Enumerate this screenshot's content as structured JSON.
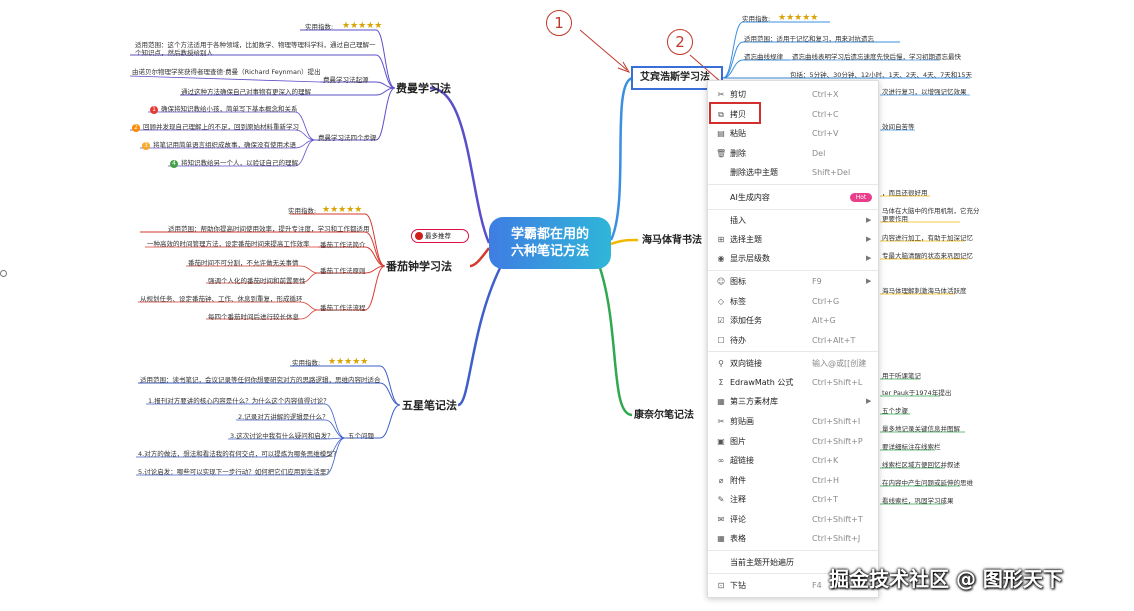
{
  "central": {
    "line1": "学霸都在用的",
    "line2": "六种笔记方法"
  },
  "branches": {
    "feynman": "费曼学习法",
    "pomodoro": "番茄钟学习法",
    "fivestar": "五星笔记法",
    "ebbinghaus": "艾宾浩斯学习法",
    "haima": "海马体背书法",
    "cornell": "康奈尔笔记法"
  },
  "stars": "★★★★★",
  "badge": "最多推荐",
  "feynman": {
    "rating_label": "实用指数:",
    "scope_l1": "适用范围：这个方法适用于各种领域，比如数学、物理等理科学科，通过自己理解一",
    "scope_l2": "个知识点，然后教授给别人",
    "origin": "由诺贝尔物理学奖获得者理查德·费曼（Richard Feynman）提出",
    "origin_label": "费曼学习法起源",
    "core": "通过这种方法确保自己对事物有更深入的理解",
    "steps_label": "费曼学习法四个步骤",
    "steps": [
      {
        "n": "1",
        "color": "#e53935",
        "text": "确保将知识教给小孩，简单写下基本概念和关系"
      },
      {
        "n": "2",
        "color": "#fb8c00",
        "text": "回顾并发现自己理解上的不足，回到原始材料重新学习"
      },
      {
        "n": "3",
        "color": "#f9a825",
        "text": "将笔记用简单语言组织成故事，确保没有使用术语"
      },
      {
        "n": "4",
        "color": "#43a047",
        "text": "将知识教给另一个人，以验证自己的理解"
      }
    ]
  },
  "pomodoro": {
    "rating_label": "实用指数:",
    "scope": "适用范围：帮助你提高时间使用效率，提升专注度，学习和工作都适用",
    "intro_text": "一种高效的时间管理方法，设定番茄时间来提高工作效率",
    "intro_label": "番茄工作法简介",
    "rule1": "番茄时间不可分割，不允许做无关事情",
    "rule_label": "番茄工作法原则",
    "rule2": "强调个人化的番茄时间和前置要性",
    "flow1": "从规划任务、设定番茄钟、工作、休息到重复，形成循环",
    "flow_label": "番茄工作法流程",
    "flow2": "每四个番茄时间后进行较长休息"
  },
  "fivestar": {
    "rating_label": "实用指数:",
    "scope_l1": "适用范围：读书笔记，会议记录等任何你想要研究对方的思路逻辑，思维内容时适合",
    "q1": "1.报刊对方要讲的核心内容是什么？为什么这个内容值得讨论？",
    "q2": "2.记录对方讲解的逻辑是什么？",
    "q3": "3.这次讨论中我有什么疑问和启发？",
    "q4": "4.对方的做法，想法和看法我的有何交点，可以提炼为哪条思维模型？",
    "q5": "5.讨论启发：哪些可以实现下一步行动？如何把它们应用到生活里？",
    "q_label": "五个问题"
  },
  "ebbinghaus": {
    "rating_label": "实用指数:",
    "scope": "适用范围：适用于记忆和复习，用来对抗遗忘",
    "curve_label": "遗忘曲线规律",
    "curve_text": "遗忘曲线表明学习后遗忘速度先快后慢，学习初期遗忘最快",
    "intervals": "包括：5分钟、30分钟、12小时、1天、2天、4天、7天和15天",
    "cut1": "次进行复习，以增强记忆效果",
    "cut2": "效间自苦等"
  },
  "haima": {
    "cut1": "，而且还很好用",
    "cut2": "马体在大脑中的作用机制，它充分",
    "cut3": "更要作用",
    "cut4": "内容进行加工，有助于加深记忆",
    "cut5": "专最大脑清醒的状态来巩固记忆",
    "cut6": "海马体理解刺激海马体活跃度"
  },
  "cornell": {
    "cut1": "用于听课笔记",
    "cut2": "ter Pauk于1974年提出",
    "cut3": "五个步骤",
    "cut4": "量多地记录关键信息并图解",
    "cut5": "要详细标注在线索栏",
    "cut6": "线索栏区域方便回忆并叙述",
    "cut7": "在内容中产生问题或延伸的思维",
    "cut8": "看线索栏，巩固学习成果"
  },
  "menu": {
    "items": [
      {
        "icon": "✂",
        "label": "剪切",
        "shortcut": "Ctrl+X",
        "icon_name": "cut-icon"
      },
      {
        "icon": "⧉",
        "label": "拷贝",
        "shortcut": "Ctrl+C",
        "icon_name": "copy-icon"
      },
      {
        "icon": "▤",
        "label": "粘贴",
        "shortcut": "Ctrl+V",
        "icon_name": "paste-icon"
      },
      {
        "icon": "🗑",
        "label": "删除",
        "shortcut": "Del",
        "icon_name": "delete-icon"
      },
      {
        "icon": "",
        "label": "删除选中主题",
        "shortcut": "Shift+Del",
        "icon_name": ""
      },
      {
        "icon": "",
        "label": "AI生成内容",
        "shortcut": "",
        "icon_name": "ai-icon",
        "hot": "Hot"
      },
      {
        "icon": "",
        "label": "插入",
        "shortcut": "",
        "arrow": "▶"
      },
      {
        "icon": "⊞",
        "label": "选择主题",
        "shortcut": "",
        "arrow": "▶",
        "icon_name": "select-topic-icon"
      },
      {
        "icon": "◉",
        "label": "显示层级数",
        "shortcut": "",
        "arrow": "▶",
        "icon_name": "level-icon"
      },
      {
        "icon": "☺",
        "label": "图标",
        "shortcut": "F9",
        "arrow": "▶",
        "icon_name": "emoji-icon"
      },
      {
        "icon": "◇",
        "label": "标签",
        "shortcut": "Ctrl+G",
        "icon_name": "tag-icon"
      },
      {
        "icon": "☑",
        "label": "添加任务",
        "shortcut": "Alt+G",
        "icon_name": "task-icon"
      },
      {
        "icon": "☐",
        "label": "待办",
        "shortcut": "Ctrl+Alt+T",
        "icon_name": "todo-icon"
      },
      {
        "icon": "⚲",
        "label": "双向链接",
        "shortcut": "输入@或[[创建",
        "icon_name": "bilink-icon"
      },
      {
        "icon": "Σ",
        "label": "EdrawMath 公式",
        "shortcut": "Ctrl+Shift+L",
        "icon_name": "formula-icon"
      },
      {
        "icon": "▦",
        "label": "第三方素材库",
        "shortcut": "",
        "arrow": "▶",
        "icon_name": "library-icon"
      },
      {
        "icon": "✂",
        "label": "剪贴画",
        "shortcut": "Ctrl+Shift+I",
        "icon_name": "clipart-icon"
      },
      {
        "icon": "▣",
        "label": "图片",
        "shortcut": "Ctrl+Shift+P",
        "icon_name": "image-icon"
      },
      {
        "icon": "∞",
        "label": "超链接",
        "shortcut": "Ctrl+K",
        "icon_name": "link-icon"
      },
      {
        "icon": "⌀",
        "label": "附件",
        "shortcut": "Ctrl+H",
        "icon_name": "attachment-icon"
      },
      {
        "icon": "✎",
        "label": "注释",
        "shortcut": "Ctrl+T",
        "icon_name": "note-icon"
      },
      {
        "icon": "✉",
        "label": "评论",
        "shortcut": "Ctrl+Shift+T",
        "icon_name": "comment-icon"
      },
      {
        "icon": "▦",
        "label": "表格",
        "shortcut": "Ctrl+Shift+J",
        "icon_name": "table-icon"
      },
      {
        "icon": "",
        "label": "当前主题开始遍历",
        "shortcut": ""
      },
      {
        "icon": "⊡",
        "label": "下钻",
        "shortcut": "F4",
        "icon_name": "drilldown-icon"
      }
    ]
  },
  "annotations": {
    "one": "1",
    "two": "2"
  },
  "watermark": "掘金技术社区 @ 图形天下",
  "colors": {
    "feynman": "#5b4fc9",
    "pomodoro": "#d63a2f",
    "fivestar": "#3e5fc8",
    "ebbinghaus": "#3a8fe0",
    "haima": "#f2b800",
    "cornell": "#2fa84f",
    "annotation": "#c0392b"
  }
}
